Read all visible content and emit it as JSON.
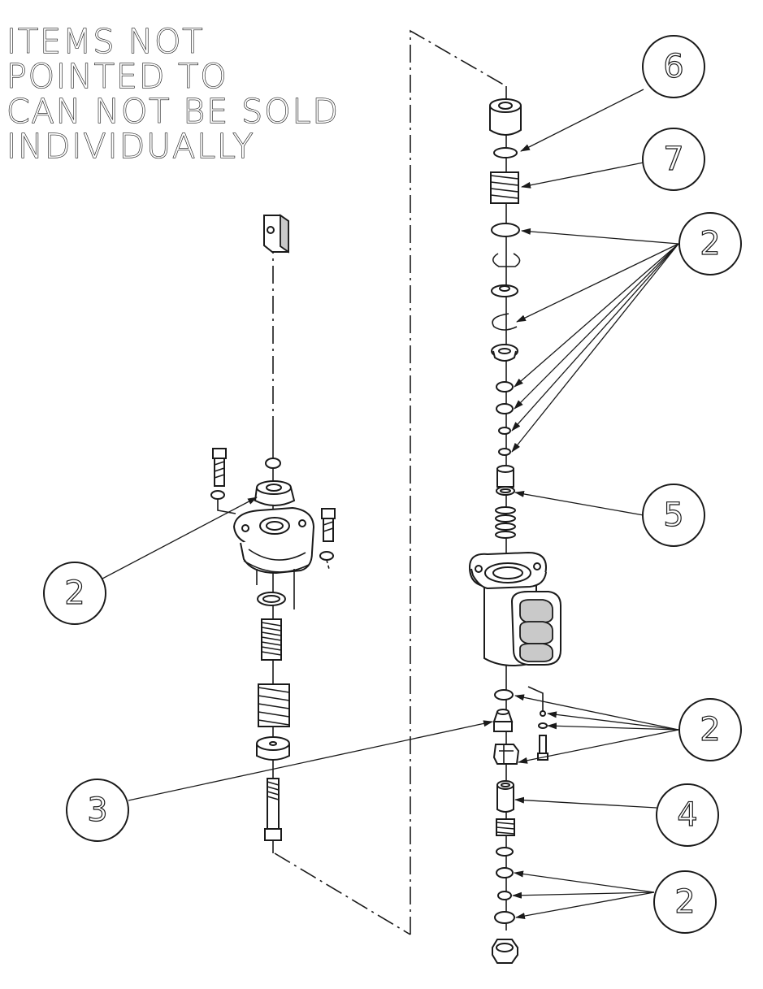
{
  "note": {
    "lines": [
      "ITEMS  NOT",
      "POINTED  TO",
      "CAN  NOT  BE  SOLD",
      "INDIVIDUALLY"
    ]
  },
  "callouts": [
    {
      "id": "c6",
      "label": "6"
    },
    {
      "id": "c7",
      "label": "7"
    },
    {
      "id": "c2a",
      "label": "2"
    },
    {
      "id": "c5",
      "label": "5"
    },
    {
      "id": "c2b",
      "label": "2"
    },
    {
      "id": "c2c",
      "label": "2"
    },
    {
      "id": "c3",
      "label": "3"
    },
    {
      "id": "c4",
      "label": "4"
    },
    {
      "id": "c2d",
      "label": "2"
    }
  ]
}
